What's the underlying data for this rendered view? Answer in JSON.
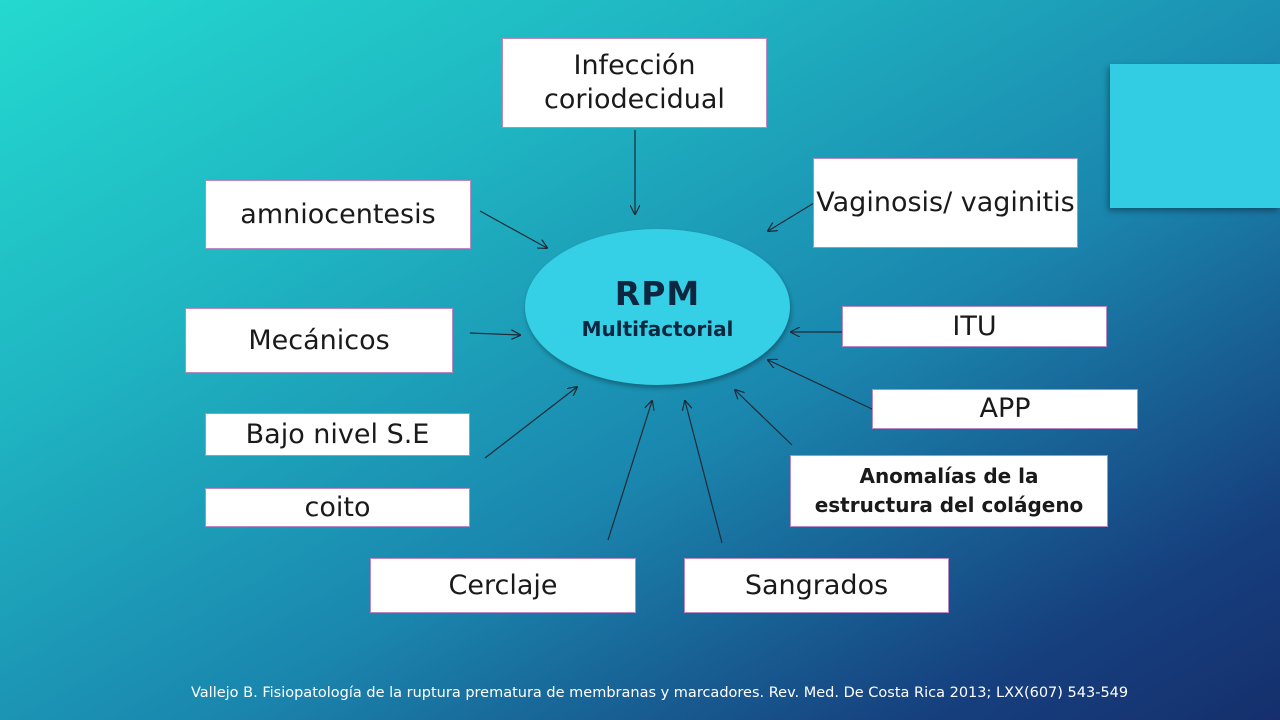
{
  "center": {
    "title": "RPM",
    "subtitle": "Multifactorial"
  },
  "factors": {
    "infeccion": "Infección coriodecidual",
    "vaginosis": "Vaginosis/ vaginitis",
    "amniocentesis": "amniocentesis",
    "mecanicos": "Mecánicos",
    "itu": "ITU",
    "app": "APP",
    "bajo_nivel": "Bajo nivel S.E",
    "anomalias": "Anomalías de la estructura del colágeno",
    "coito": "coito",
    "cerclaje": "Cerclaje",
    "sangrados": "Sangrados"
  },
  "citation": "Vallejo B. Fisiopatología de la ruptura prematura de membranas y marcadores. Rev. Med. De Costa Rica 2013; LXX(607) 543-549",
  "colors": {
    "ellipse": "#35cfe6",
    "box_border": "#b889c4",
    "arrow": "#1f2a36"
  }
}
